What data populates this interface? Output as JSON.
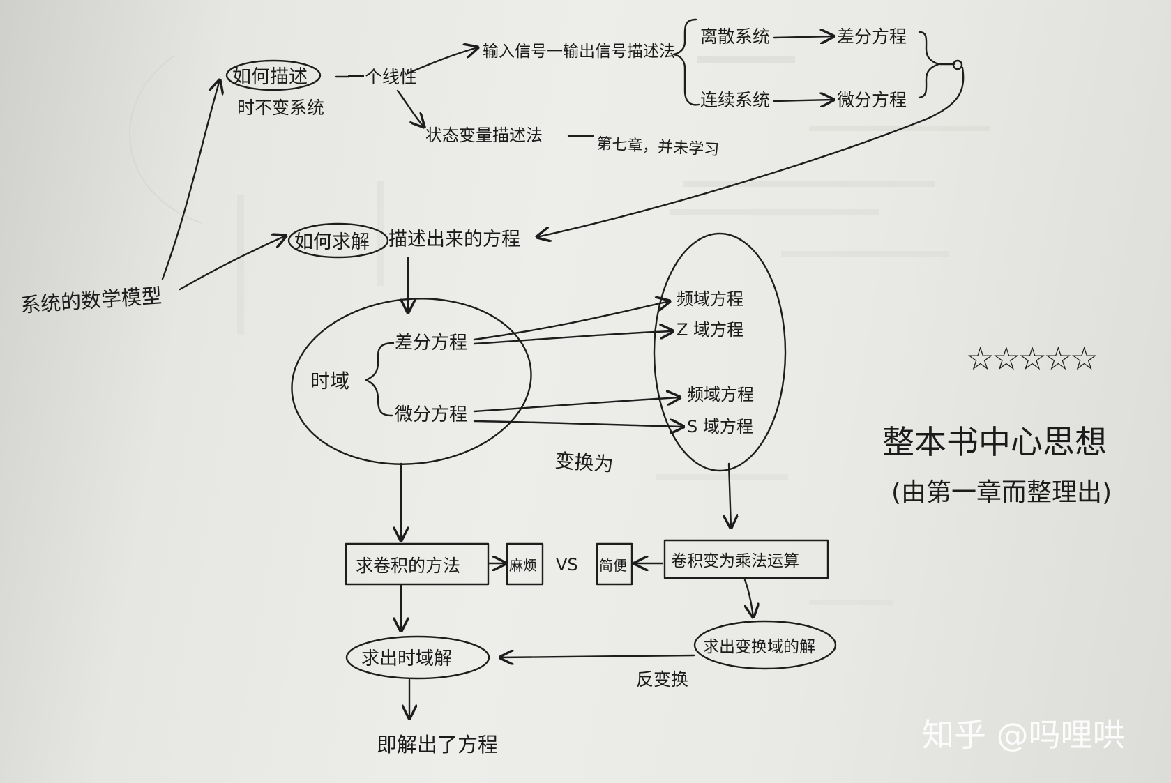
{
  "nodes": {
    "system_model": "系统的数学模型",
    "how_describe": "如何描述",
    "lti_system": "时不变系统",
    "one_linear": "一个线性",
    "io_method": "输入信号一输出信号描述法",
    "discrete": "离散系统",
    "continuous": "连续系统",
    "difference_eq_top": "差分方程",
    "differential_eq_top": "微分方程",
    "state_var": "状态变量描述法",
    "chapter7": "第七章，并未学习",
    "how_solve": "如何求解",
    "desc_equation": "描述出来的方程",
    "time_domain": "时域",
    "difference_eq": "差分方程",
    "differential_eq": "微分方程",
    "freq_eq_1": "频域方程",
    "z_eq": "Z 域方程",
    "freq_eq_2": "频域方程",
    "s_eq": "S 域方程",
    "transform": "变换为",
    "convolution_method": "求卷积的方法",
    "complicated": "麻烦",
    "vs": "VS",
    "simple": "简便",
    "conv_to_mult": "卷积变为乘法运算",
    "solve_time": "求出时域解",
    "solve_transform": "求出变换域的解",
    "inverse": "反变换",
    "final": "即解出了方程",
    "stars": "☆☆☆☆☆",
    "central_idea": "整本书中心思想",
    "from_ch1": "(由第一章而整理出)"
  },
  "watermark": "知乎 @吗哩哄",
  "colors": {
    "ink": "#1d1d1d",
    "paper": "#ebebe7"
  }
}
